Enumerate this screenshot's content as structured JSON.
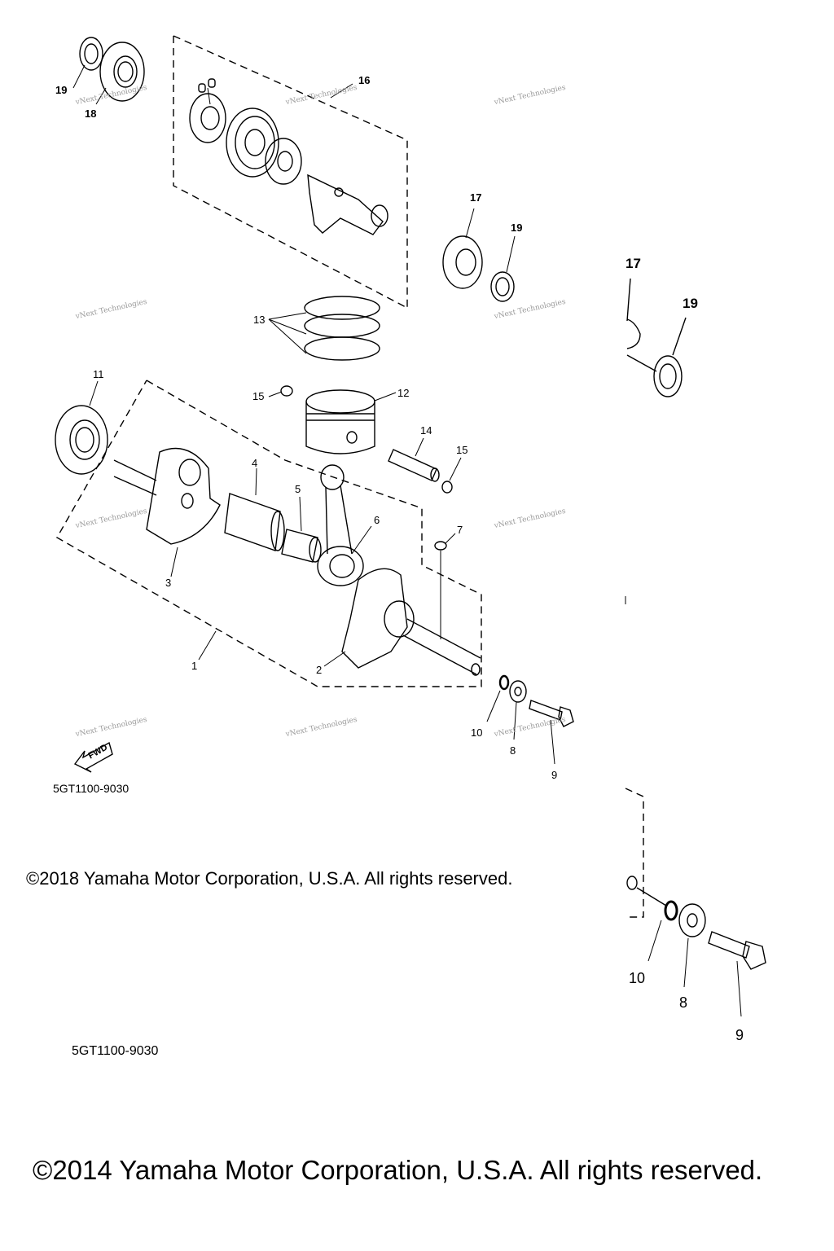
{
  "callouts": {
    "c1": "1",
    "c2": "2",
    "c3": "3",
    "c4": "4",
    "c5": "5",
    "c6": "6",
    "c7": "7",
    "c8": "8",
    "c9": "9",
    "c10": "10",
    "c11": "11",
    "c12": "12",
    "c13": "13",
    "c14": "14",
    "c15a": "15",
    "c15b": "15",
    "c16": "16",
    "c17": "17",
    "c18": "18",
    "c19a": "19",
    "c19b": "19"
  },
  "inset_callouts": {
    "c17": "17",
    "c19": "19",
    "c10": "10",
    "c8": "8",
    "c9": "9"
  },
  "fwd_label": "FWD",
  "diagram_code": "5GT1100-9030",
  "inset_code": "5GT1100-9030",
  "copyright_2018": "©2018 Yamaha Motor Corporation, U.S.A. All rights reserved.",
  "copyright_2014": "©2014 Yamaha Motor Corporation, U.S.A. All rights reserved.",
  "watermark": "vNext Technologies"
}
